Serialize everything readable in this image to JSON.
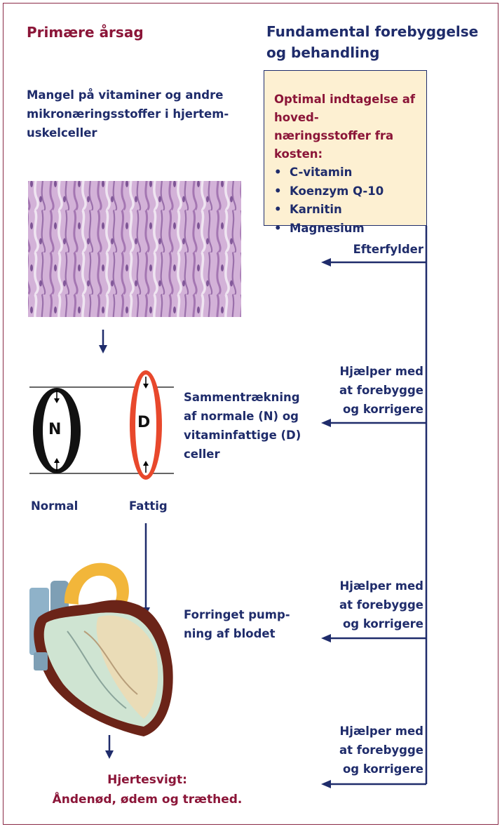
{
  "left_heading": "Primære årsag",
  "right_heading": [
    "Fundamental forebyggelse",
    "og behandling"
  ],
  "deficiency_text": [
    "Mangel på vitaminer og andre",
    "mikronæringsstoffer i hjertem-",
    "uskelceller"
  ],
  "nutrient_box": {
    "title": [
      "Optimal indtagelse af hoved-",
      "næringsstoffer fra kosten:"
    ],
    "items": [
      "C-vitamin",
      "Koenzym Q-10",
      "Karnitin",
      "Magnesium"
    ],
    "bullet": "•"
  },
  "right_labels": {
    "refill": "Efterfylder",
    "helps": [
      "Hjælper med",
      "at forebygge",
      "og korrigere"
    ]
  },
  "cells": {
    "normal_letter": "N",
    "deficient_letter": "D",
    "normal_label": "Normal",
    "deficient_label": "Fattig",
    "normal_color": "#111111",
    "deficient_color": "#e8482c"
  },
  "contraction_text": [
    "Sammentrækning",
    "af normale (N) og",
    "vitaminfattige (D)",
    "celler"
  ],
  "pumping_text": [
    "Forringet pump-",
    "ning af blodet"
  ],
  "final": {
    "title": "Hjertesvigt:",
    "subtitle": "Åndenød, ødem og træthed."
  },
  "colors": {
    "navy": "#1f2c6b",
    "maroon": "#8b1538",
    "box_fill": "#fdf0d2",
    "tissue": "#c9a5cf"
  }
}
